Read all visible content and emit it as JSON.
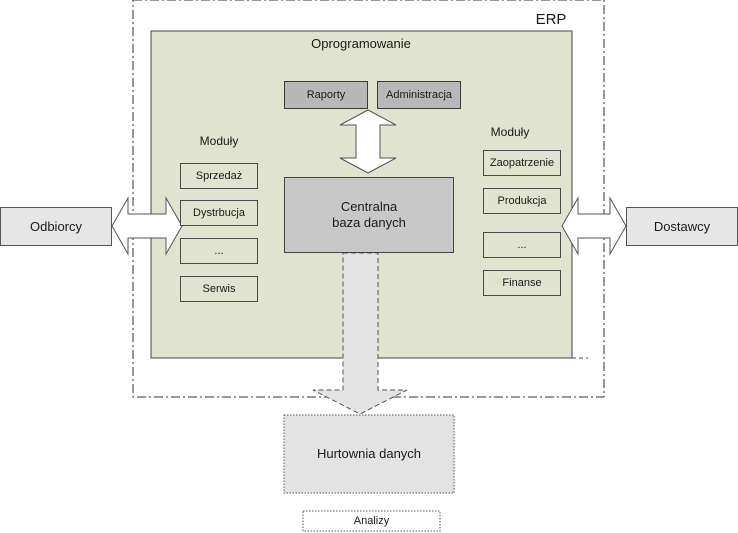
{
  "colors": {
    "software_fill": "#dfe3cf",
    "central_fill": "#c8c8c8",
    "external_fill": "#e6e6e6",
    "arrow_fill": "#ffffff",
    "warehouse_fill": "#e3e3e3"
  },
  "erp_label": "ERP",
  "software_label": "Oprogramowanie",
  "top_buttons": [
    "Raporty",
    "Administracja"
  ],
  "central_db": {
    "line1": "Centralna",
    "line2": "baza danych"
  },
  "left_modules": {
    "title": "Moduły",
    "items": [
      "Sprzedaż",
      "Dystrbucja",
      "...",
      "Serwis"
    ]
  },
  "right_modules": {
    "title": "Moduły",
    "items": [
      "Zaopatrzenie",
      "Produkcja",
      "...",
      "Finanse"
    ]
  },
  "customers": "Odbiorcy",
  "suppliers": "Dostawcy",
  "warehouse": "Hurtownia danych",
  "analytics": "Analizy"
}
